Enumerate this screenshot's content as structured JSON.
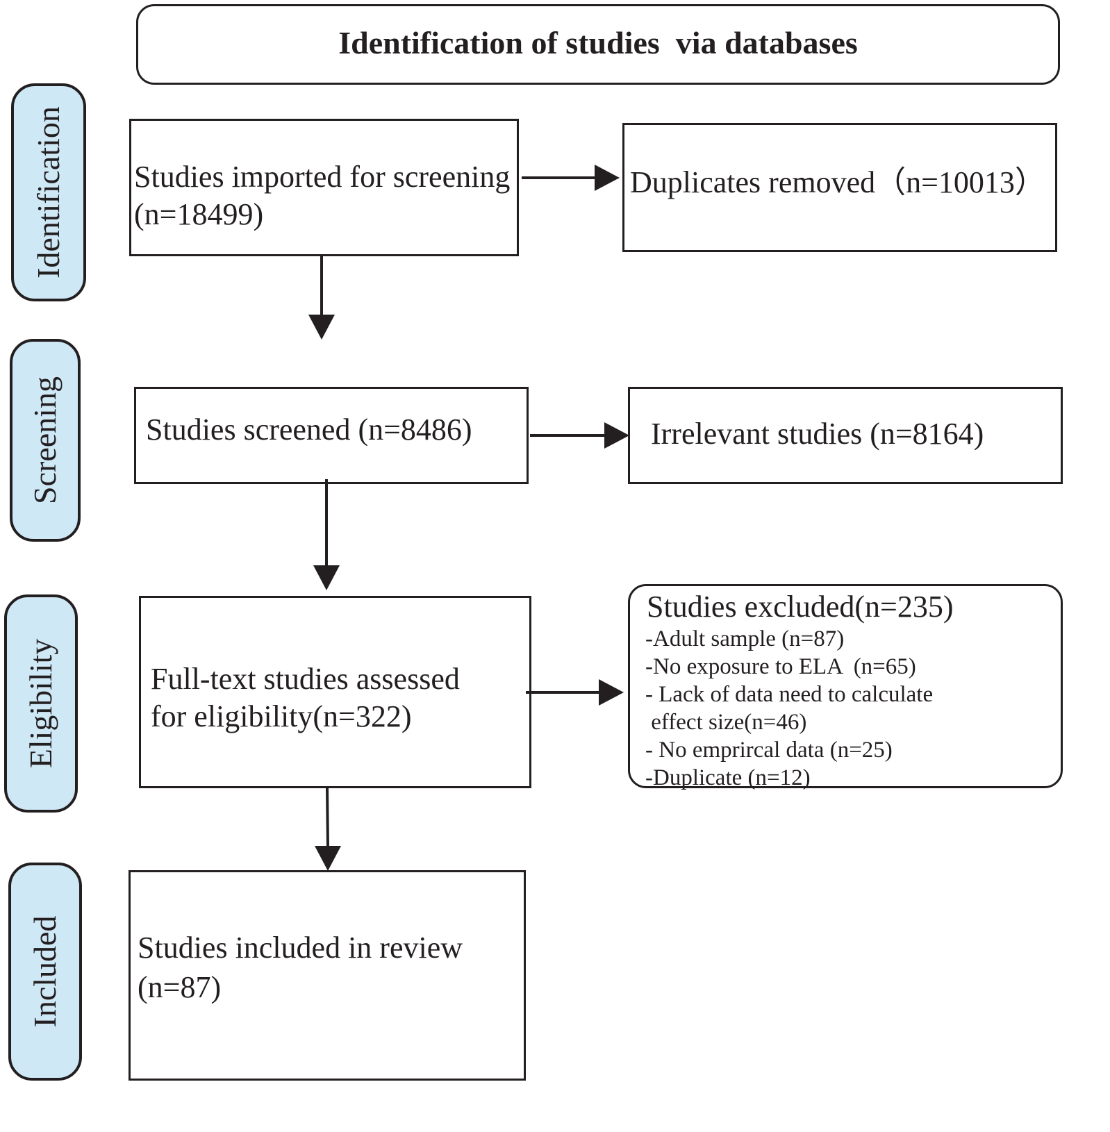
{
  "header": {
    "title": "Identification of studies  via databases"
  },
  "stages": [
    {
      "label": "Identification"
    },
    {
      "label": "Screening"
    },
    {
      "label": "Eligibility"
    },
    {
      "label": "Included"
    }
  ],
  "boxes": {
    "imported": {
      "line1": "Studies imported for screening",
      "line2": "(n=18499)"
    },
    "duplicates": {
      "text": "Duplicates removed（n=10013）"
    },
    "screened": {
      "text": "Studies screened (n=8486)"
    },
    "irrelevant": {
      "text": "Irrelevant studies (n=8164)"
    },
    "fulltext": {
      "line1": "Full-text studies assessed",
      "line2": "for eligibility(n=322)"
    },
    "excluded": {
      "title": "Studies excluded(n=235)",
      "items": [
        "-Adult sample (n=87)",
        "-No exposure to ELA  (n=65)",
        "- Lack of data need to calculate",
        " effect size(n=46)",
        "- No emprircal data (n=25)",
        "-Duplicate (n=12)"
      ]
    },
    "included": {
      "line1": "Studies included in review",
      "line2": "(n=87)"
    }
  }
}
